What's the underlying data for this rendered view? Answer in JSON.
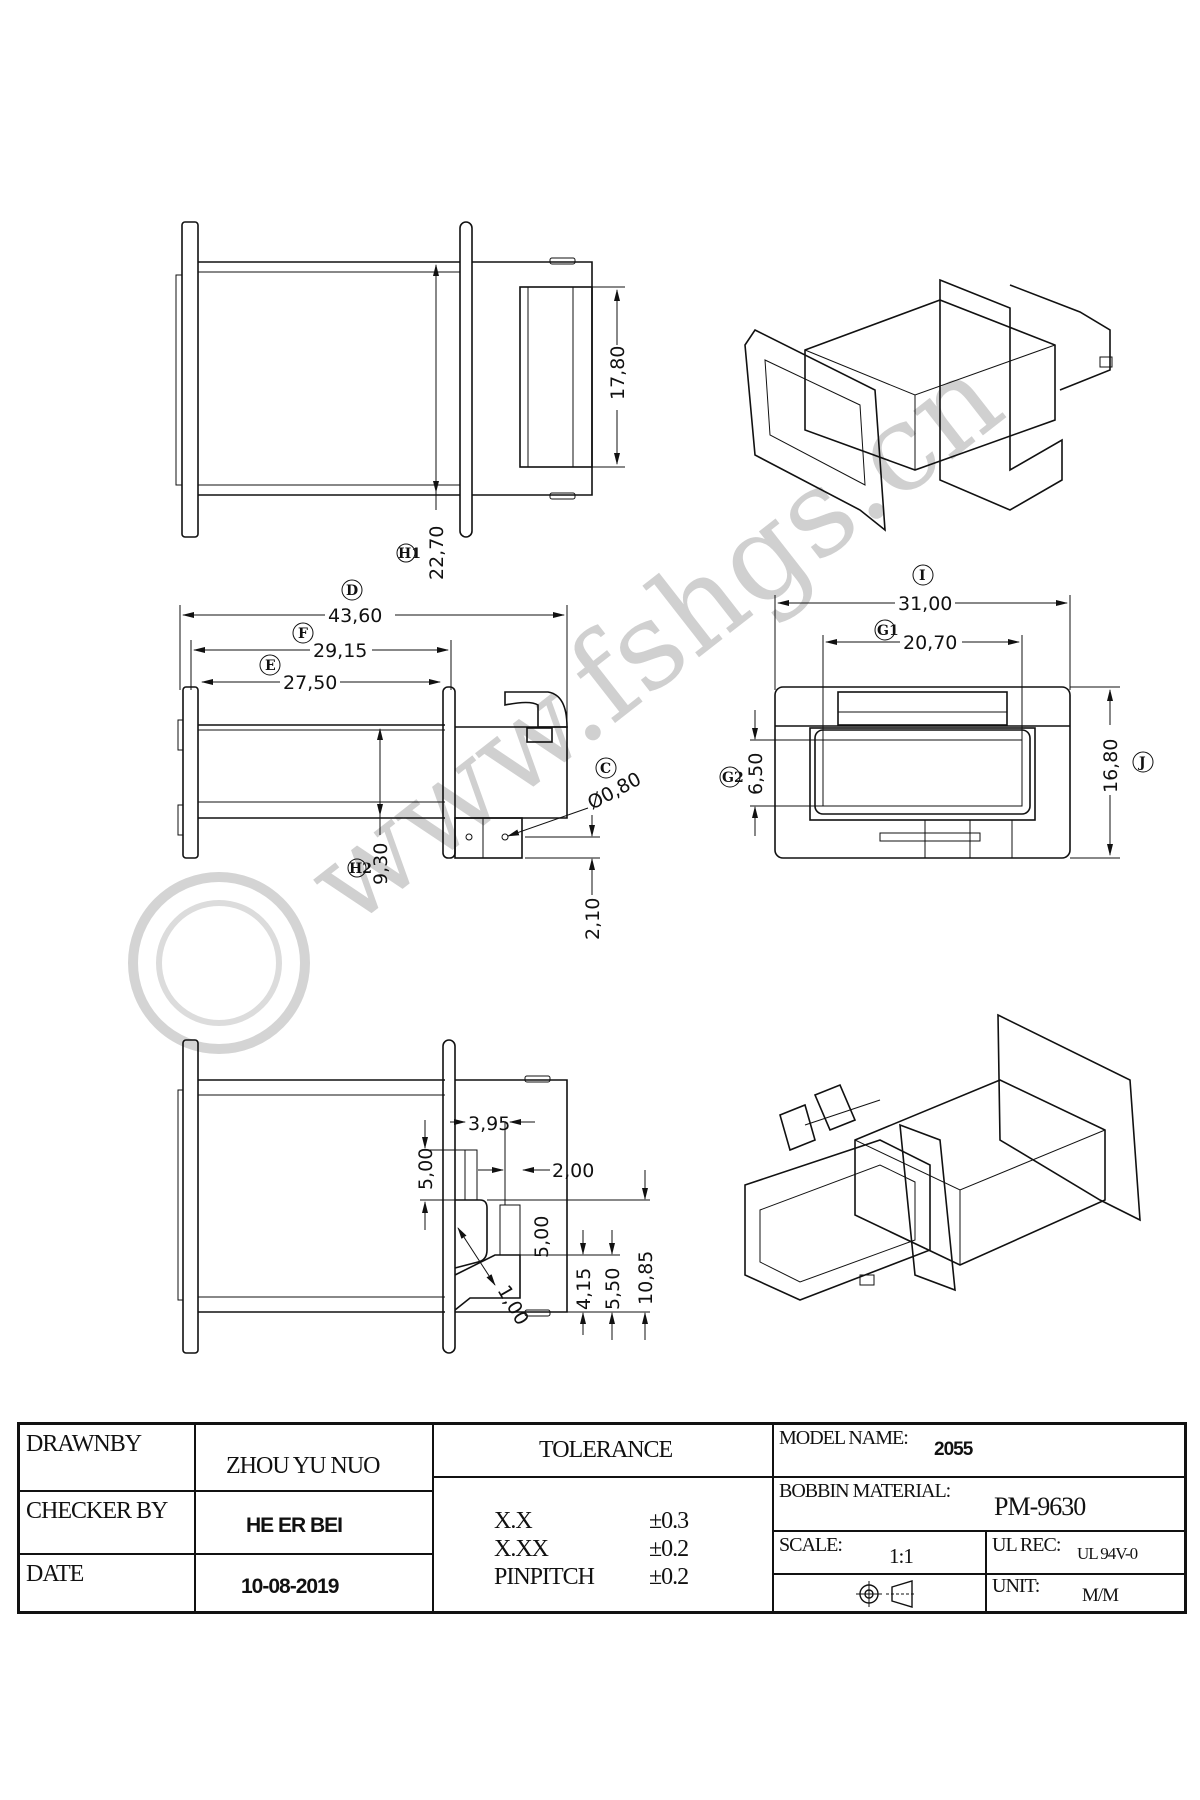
{
  "watermark": {
    "text": "www.fshgs.cn"
  },
  "views": {
    "top_view": {
      "dims": {
        "h1_label": "H1",
        "h1_value": "22,70",
        "width_value": "17,80"
      }
    },
    "side_view": {
      "dims": {
        "d_label": "D",
        "d_value": "43,60",
        "f_label": "F",
        "f_value": "29,15",
        "e_label": "E",
        "e_value": "27,50",
        "h2_label": "H2",
        "h2_value": "9,30",
        "c_label": "C",
        "c_value": "Ø0,80",
        "pin_offset": "2,10"
      }
    },
    "end_view": {
      "dims": {
        "i_label": "I",
        "i_value": "31,00",
        "g1_label": "G1",
        "g1_value": "20,70",
        "g2_label": "G2",
        "g2_value": "6,50",
        "j_label": "J",
        "j_value": "16,80"
      }
    },
    "bottom_view": {
      "dims": {
        "a": "3,95",
        "b": "5,00",
        "c": "2,00",
        "d": "5,00",
        "e": "4,15",
        "f": "5,50",
        "g": "10,85",
        "h": "1,00"
      }
    }
  },
  "title_block": {
    "drawn_by_label": "DRAWNBY",
    "drawn_by": "ZHOU YU NUO",
    "checker_label": "CHECKER BY",
    "checker": "HE ER BEI",
    "date_label": "DATE",
    "date": "10-08-2019",
    "tolerance_label": "TOLERANCE",
    "tolerances": [
      {
        "name": "X.X",
        "value": "±0.3"
      },
      {
        "name": "X.XX",
        "value": "±0.2"
      },
      {
        "name": "PINPITCH",
        "value": "±0.2"
      }
    ],
    "model_label": "MODEL NAME:",
    "model": "2055",
    "material_label": "BOBBIN MATERIAL:",
    "material": "PM-9630",
    "scale_label": "SCALE:",
    "scale": "1:1",
    "ul_label": "UL REC:",
    "ul": "UL 94V-0",
    "unit_label": "UNIT:",
    "unit": "M/M"
  }
}
